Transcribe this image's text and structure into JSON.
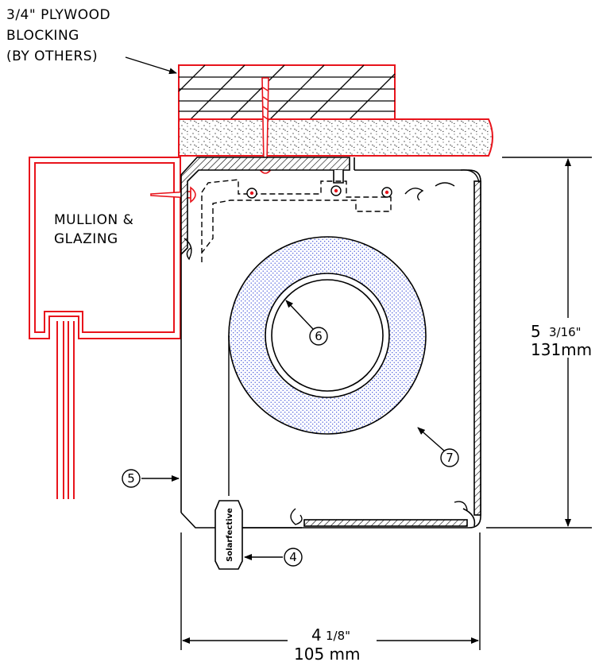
{
  "callouts": {
    "blocking_line1": "3/4\" PLYWOOD",
    "blocking_line2": "BLOCKING",
    "blocking_line3": "(BY OTHERS)",
    "mullion_line1": "MULLION &",
    "mullion_line2": "GLAZING",
    "item_4": "4",
    "item_5": "5",
    "item_6": "6",
    "item_7": "7"
  },
  "hembar_label": "Solarfective",
  "dimensions": {
    "height_whole": "5",
    "height_fraction": "3/16\"",
    "height_metric": "131mm",
    "width_whole": "4",
    "width_fraction": "1/8\"",
    "width_metric": "105 mm"
  },
  "colors": {
    "structure_by_others": "#e8141c",
    "linework": "#000000",
    "fabric_roll_fill": "#3b4fd8"
  }
}
